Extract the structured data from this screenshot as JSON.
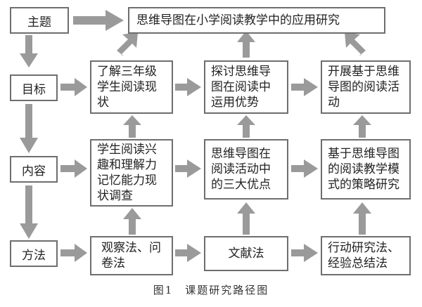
{
  "rows": {
    "theme": "主题",
    "goal": "目标",
    "content": "内容",
    "method": "方法"
  },
  "title_box": "思维导图在小学阅读教学中的应用研究",
  "goals": [
    "了解三年级学生阅读现状",
    "探讨思维导图在阅读中运用优势",
    "开展基于思维导图的阅读活动"
  ],
  "contents": [
    "学生阅读兴趣和理解力记忆能力现状调查",
    "思维导图在阅读活动中的三大优点",
    "基于思维导图的阅读教学模式的策略研究"
  ],
  "methods": [
    "观察法、问卷法",
    "文献法",
    "行动研究法、经验总结法"
  ],
  "caption": "图1　课题研究路径图",
  "colors": {
    "border": "#6e6e6e",
    "arrow": "#9a9a9a"
  }
}
